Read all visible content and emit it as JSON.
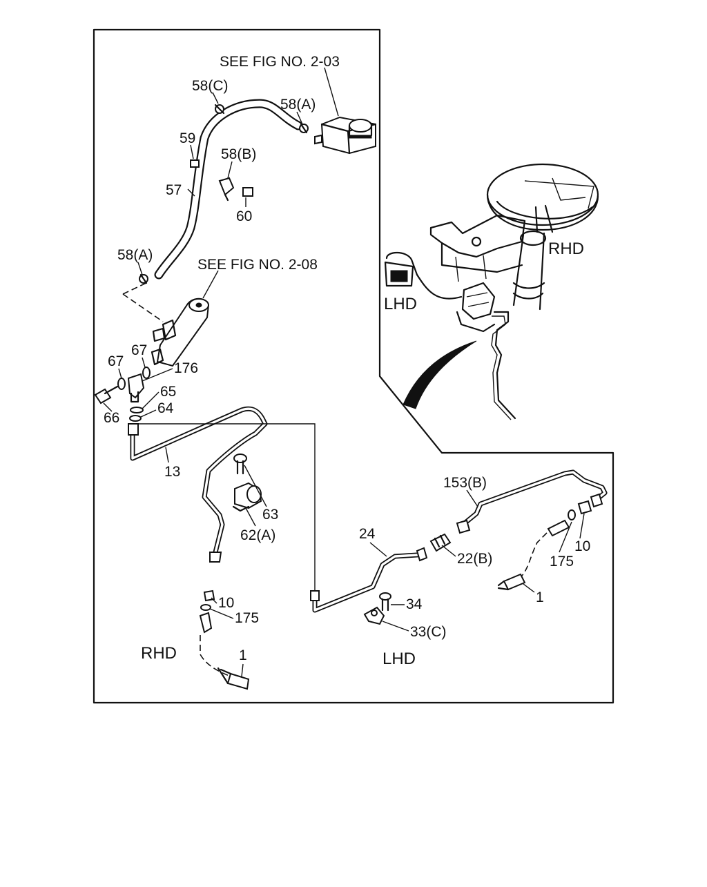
{
  "references": {
    "fig_2_03": "SEE FIG NO. 2-03",
    "fig_2_08": "SEE FIG NO. 2-08"
  },
  "labels": {
    "p58c": "58(C)",
    "p58a_top": "58(A)",
    "p59": "59",
    "p58b": "58(B)",
    "p57": "57",
    "p60": "60",
    "p58a_left": "58(A)",
    "p67_left": "67",
    "p67_mid": "67",
    "p176": "176",
    "p65": "65",
    "p64": "64",
    "p66": "66",
    "p13": "13",
    "p63": "63",
    "p62a": "62(A)",
    "p10_rhd": "10",
    "p175_rhd": "175",
    "p1_rhd": "1",
    "p153b": "153(B)",
    "p24": "24",
    "p22b": "22(B)",
    "p175_lhd": "175",
    "p10_lhd": "10",
    "p1_lhd": "1",
    "p34": "34",
    "p33c": "33(C)"
  },
  "variants": {
    "rhd_bottom": "RHD",
    "lhd_bottom": "LHD",
    "rhd_inset": "RHD",
    "lhd_inset": "LHD"
  }
}
